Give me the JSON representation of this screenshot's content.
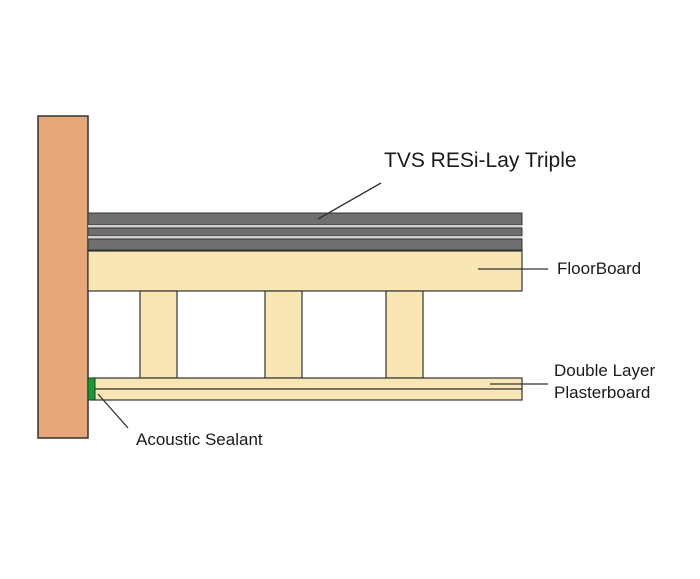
{
  "labels": {
    "underlay": "TVS RESi-Lay Triple",
    "floorboard": "FloorBoard",
    "plasterboard_line1": "Double Layer",
    "plasterboard_line2": "Plasterboard",
    "sealant": "Acoustic Sealant"
  },
  "colors": {
    "wall": "#e8a77a",
    "timber": "#f8e6b4",
    "underlay_dark": "#6f6f6f",
    "underlay_light": "#d0d0d0",
    "sealant": "#1a9a3a",
    "outline": "#333333"
  }
}
